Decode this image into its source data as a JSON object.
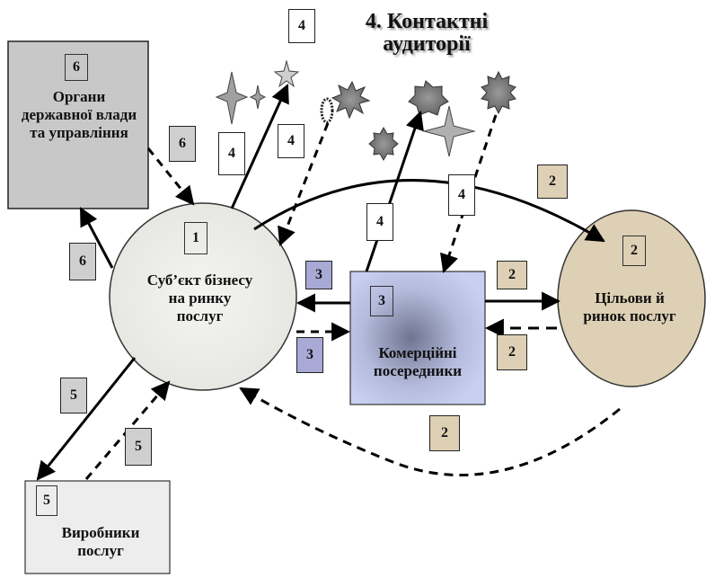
{
  "title": "4. Контактні аудиторії",
  "nodes": {
    "authorities": {
      "num": "6",
      "label": "Органи державної влади та управління"
    },
    "subject": {
      "num": "1",
      "label": "Суб’єкт бізнесу на ринку послуг"
    },
    "intermediaries": {
      "num": "3",
      "label": "Комерційні посередники"
    },
    "target_market": {
      "num": "2",
      "label": "Цільови й ринок послуг"
    },
    "producers": {
      "num": "5",
      "label": "Виробники послуг"
    }
  },
  "badges": {
    "contact_top": "4",
    "contact_a": "4",
    "contact_b": "4",
    "contact_c": "4",
    "contact_d": "4",
    "auth_in": "6",
    "auth_out": "6",
    "inter_left_top": "3",
    "inter_left_bottom": "3",
    "target_curve": "2",
    "target_right_top": "2",
    "target_right_bottom": "2",
    "target_bottom_curve": "2",
    "producers_out": "5",
    "producers_in": "5"
  },
  "colors": {
    "authorities_fill": "#c8c8c8",
    "subject_fill": "#efefed",
    "intermediaries_fill": "#bcc3e6",
    "target_fill": "#ddd0b4",
    "producers_fill": "#eeeeee"
  }
}
